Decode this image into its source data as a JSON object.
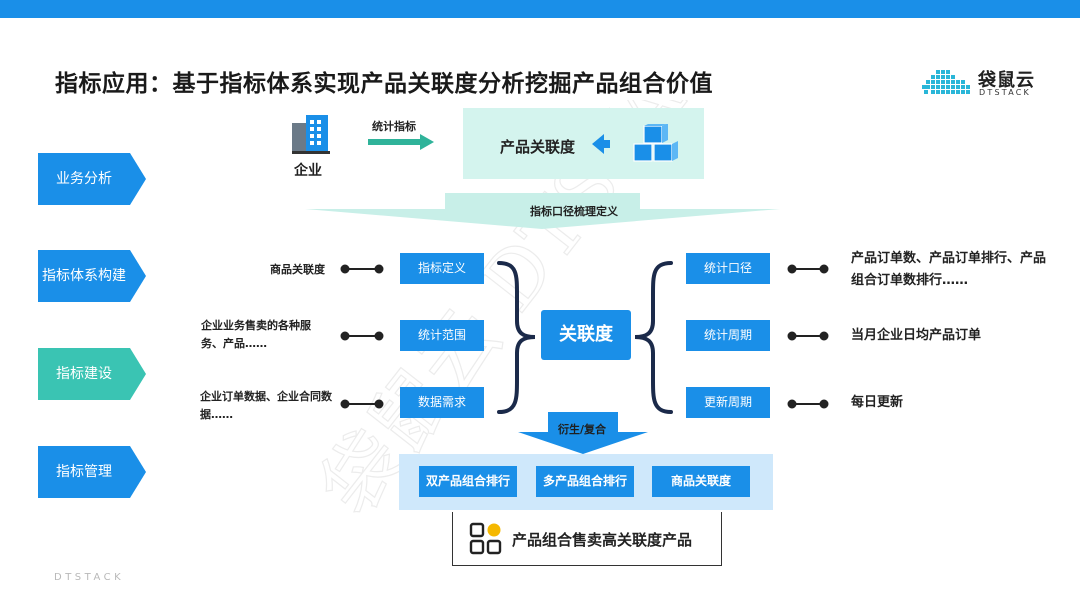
{
  "page": {
    "title": "指标应用：基于指标体系实现产品关联度分析挖掘产品组合价值",
    "footer_brand": "DTSTACK"
  },
  "logo": {
    "name_cn": "袋鼠云",
    "name_en": "DTSTACK",
    "icon": "cloud-icon"
  },
  "watermark": {
    "text": "袋鼠云 DTSTACK"
  },
  "colors": {
    "accent_blue": "#1a8fe8",
    "teal_active": "#3ac4b3",
    "light_teal": "#d4f4ee",
    "light_blue": "#cfe8fb",
    "green_arrow": "#2fb39a"
  },
  "left_nav": [
    {
      "label": "业务分析",
      "active": false
    },
    {
      "label": "指标体系构建",
      "active": false
    },
    {
      "label": "指标建设",
      "active": true
    },
    {
      "label": "指标管理",
      "active": false
    }
  ],
  "top": {
    "enterprise_label": "企业",
    "enterprise_icon": "building-icon",
    "stat_metric_label": "统计指标",
    "relevance_label": "产品关联度",
    "relevance_icon": "cubes-icon",
    "spread_label": "指标口径梳理定义"
  },
  "center": {
    "label": "关联度"
  },
  "left_boxes": [
    {
      "label": "指标定义",
      "desc": "商品关联度"
    },
    {
      "label": "统计范围",
      "desc": "企业业务售卖的各种服务、产品……"
    },
    {
      "label": "数据需求",
      "desc": "企业订单数据、企业合同数据……"
    }
  ],
  "right_boxes": [
    {
      "label": "统计口径",
      "desc": "产品订单数、产品订单排行、产品组合订单数排行……"
    },
    {
      "label": "统计周期",
      "desc": "当月企业日均产品订单"
    },
    {
      "label": "更新周期",
      "desc": "每日更新"
    }
  ],
  "derive_label": "衍生/复合",
  "bottom_boxes": [
    {
      "label": "双产品组合排行"
    },
    {
      "label": "多产品组合排行"
    },
    {
      "label": "商品关联度"
    }
  ],
  "result": {
    "label": "产品组合售卖高关联度产品",
    "icon": "grid-icon"
  }
}
